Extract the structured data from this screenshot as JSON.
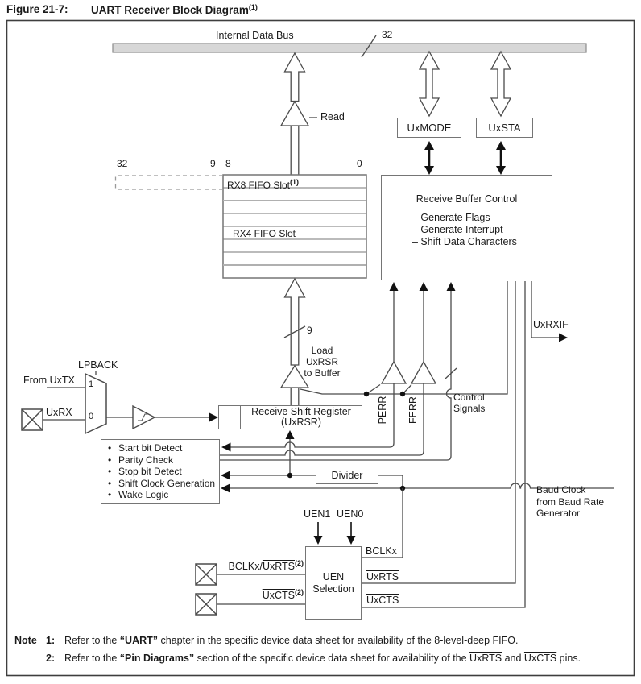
{
  "figure": {
    "label": "Figure 21-7:",
    "title": "UART Receiver Block Diagram",
    "sup": "(1)"
  },
  "bus": {
    "label": "Internal Data Bus",
    "width": "32"
  },
  "read_label": "Read",
  "registers": {
    "uxmode": "UxMODE",
    "uxsta": "UxSTA"
  },
  "fifo": {
    "bits": {
      "b32": "32",
      "b9": "9",
      "b8": "8",
      "b0": "0"
    },
    "rx8": "RX8 FIFO Slot",
    "rx8_sup": "(1)",
    "rx4": "RX4 FIFO Slot"
  },
  "rbc": {
    "title": "Receive Buffer Control",
    "items": [
      "– Generate Flags",
      "– Generate Interrupt",
      "– Shift Data Characters"
    ]
  },
  "uxrxif": "UxRXIF",
  "load": {
    "width": "9",
    "line1": "Load UxRSR",
    "line2": "to Buffer"
  },
  "mux": {
    "label": "LPBACK",
    "from_uxtx": "From UxTX",
    "uxrx": "UxRX",
    "in1": "1",
    "in0": "0"
  },
  "rsr": {
    "line1": "Receive Shift Register",
    "line2": "(UxRSR)"
  },
  "flags": {
    "perr": "PERR",
    "ferr": "FERR",
    "ctrl1": "Control",
    "ctrl2": "Signals"
  },
  "detect": {
    "bullet": "•",
    "items": [
      "Start bit Detect",
      "Parity Check",
      "Stop bit Detect",
      "Shift Clock Generation",
      "Wake Logic"
    ]
  },
  "divider": "Divider",
  "baud": {
    "line1": "Baud Clock",
    "line2": "from Baud Rate",
    "line3": "Generator"
  },
  "uen": {
    "uen1": "UEN1",
    "uen0": "UEN0",
    "box_line1": "UEN",
    "box_line2": "Selection",
    "bclkx": "BCLKx",
    "rts_out": "UxRTS",
    "cts_out": "UxCTS",
    "rts_pin_pre": "BCLKx/",
    "rts_pin": "UxRTS",
    "rts_pin_sup": "(2)",
    "cts_pin": "UxCTS",
    "cts_pin_sup": "(2)"
  },
  "notes": {
    "word": "Note",
    "n1_num": "1:",
    "n1_pre": "Refer to the ",
    "n1_bold": "“UART”",
    "n1_post": " chapter in the specific device data sheet for availability of the 8-level-deep FIFO.",
    "n2_num": "2:",
    "n2_pre": "Refer to the ",
    "n2_bold": "“Pin Diagrams”",
    "n2_mid": " section of the specific device data sheet for availability of the ",
    "n2_rts": "UxRTS",
    "n2_and": " and ",
    "n2_cts": "UxCTS",
    "n2_post": " pins."
  }
}
